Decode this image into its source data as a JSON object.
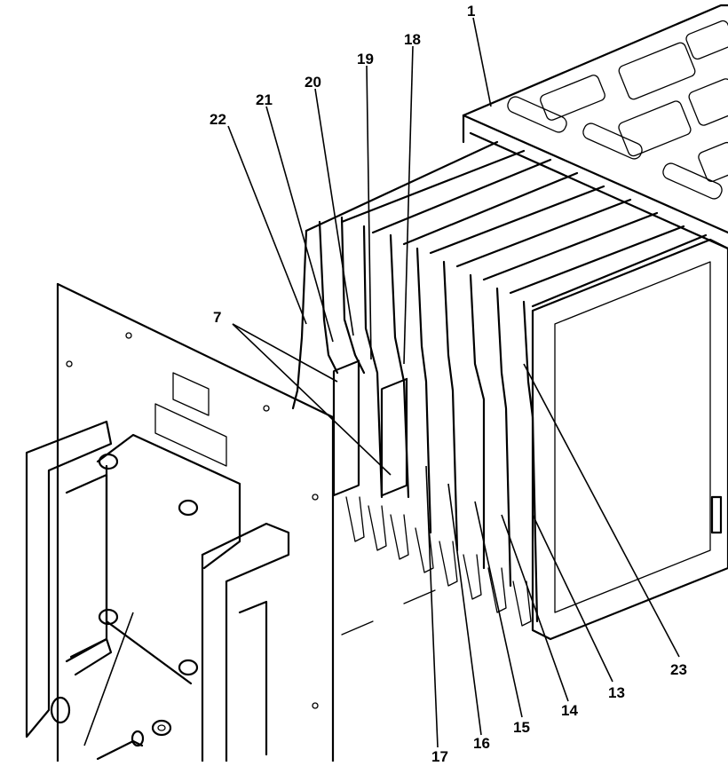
{
  "figure": {
    "title": "",
    "callouts": [
      {
        "id": "c1",
        "text": "1"
      },
      {
        "id": "c7",
        "text": "7"
      },
      {
        "id": "c13",
        "text": "13"
      },
      {
        "id": "c14",
        "text": "14"
      },
      {
        "id": "c15",
        "text": "15"
      },
      {
        "id": "c16",
        "text": "16"
      },
      {
        "id": "c17",
        "text": "17"
      },
      {
        "id": "c18",
        "text": "18"
      },
      {
        "id": "c19",
        "text": "19"
      },
      {
        "id": "c20",
        "text": "20"
      },
      {
        "id": "c21",
        "text": "21"
      },
      {
        "id": "c22",
        "text": "22"
      },
      {
        "id": "c23",
        "text": "23"
      }
    ]
  }
}
